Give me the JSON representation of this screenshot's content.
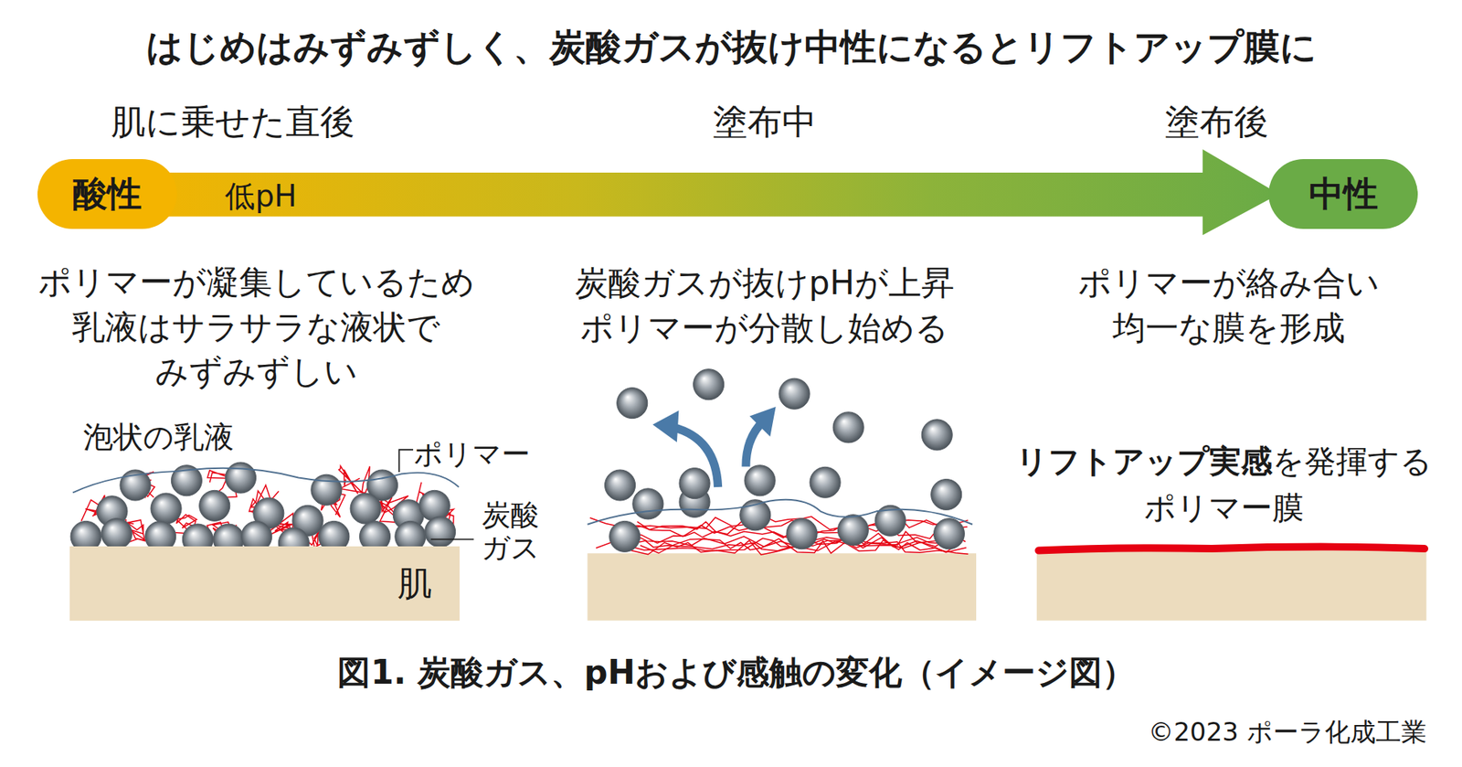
{
  "diagram": {
    "title": "はじめはみずみずしく、炭酸ガスが抜け中性になるとリフトアップ膜に",
    "caption": "図1. 炭酸ガス、pHおよび感触の変化（イメージ図）",
    "nodes": [
      {
        "text": [
          "酸性"
        ]
      },
      {
        "text": [
          "中性"
        ]
      },
      {
        "text": [
          "肌"
        ]
      }
    ],
    "labels": [
      "肌に乗せた直後",
      "塗布中",
      "塗布後",
      "低pH",
      "ポリマーが凝集しているため 乳液はサラサラな液状で みずみずしい",
      "炭酸ガスが抜けpHが上昇 ポリマーが分散し始める",
      "ポリマーが絡み合い 均一な膜を形成",
      "泡状の乳液",
      "ポリマー",
      "炭酸ガス",
      "リフトアップ実感",
      "を発揮する",
      "ポリマー膜",
      "©2023 ポーラ化成工業"
    ]
  }
}
